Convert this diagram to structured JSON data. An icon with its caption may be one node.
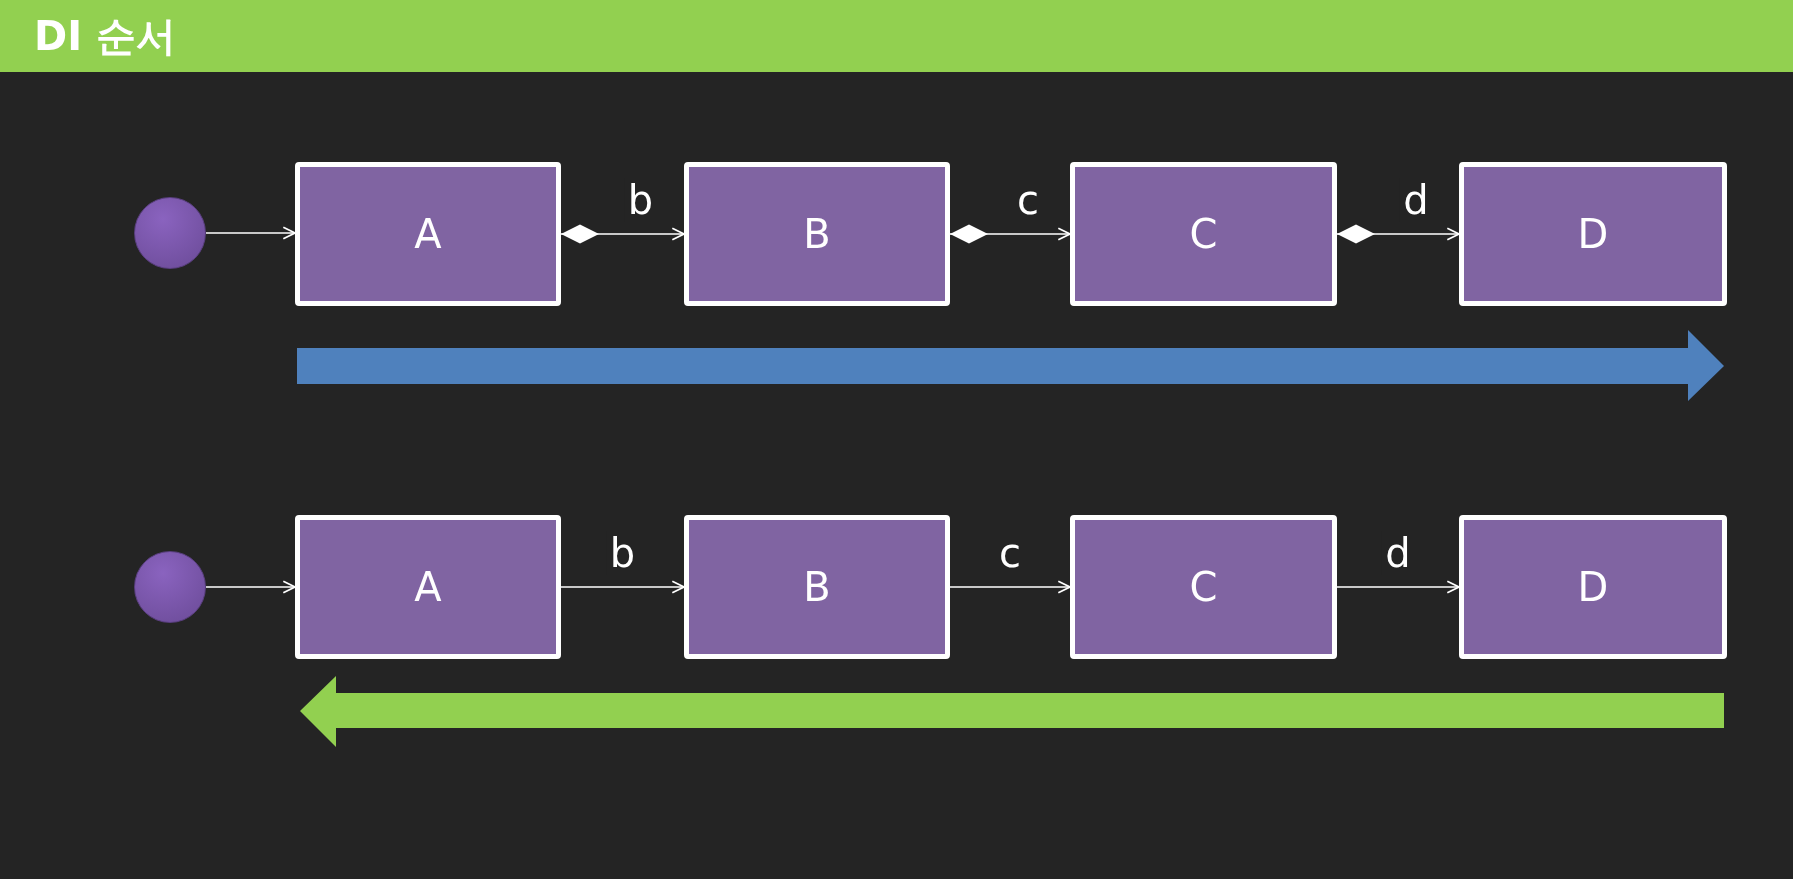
{
  "diagram": {
    "title": "DI 순서",
    "nodes": [
      {
        "text": [],
        "shape": "circle"
      },
      {
        "text": [
          "A"
        ]
      },
      {
        "text": [
          "B"
        ]
      },
      {
        "text": [
          "C"
        ]
      },
      {
        "text": [
          "D"
        ]
      },
      {
        "text": [],
        "shape": "circle"
      },
      {
        "text": [
          "A"
        ]
      },
      {
        "text": [
          "B"
        ]
      },
      {
        "text": [
          "C"
        ]
      },
      {
        "text": [
          "D"
        ]
      }
    ],
    "edges": [
      {
        "from": 0,
        "to": 1,
        "arrow": "to"
      },
      {
        "from": 1,
        "to": 2,
        "arrow": "to",
        "label": "b"
      },
      {
        "from": 2,
        "to": 3,
        "arrow": "to",
        "label": "c"
      },
      {
        "from": 3,
        "to": 4,
        "arrow": "to",
        "label": "d"
      },
      {
        "from": 5,
        "to": 6,
        "arrow": "to"
      },
      {
        "from": 6,
        "to": 7,
        "arrow": "to",
        "label": "b"
      },
      {
        "from": 7,
        "to": 8,
        "arrow": "to",
        "label": "c"
      },
      {
        "from": 8,
        "to": 9,
        "arrow": "to",
        "label": "d"
      }
    ]
  }
}
